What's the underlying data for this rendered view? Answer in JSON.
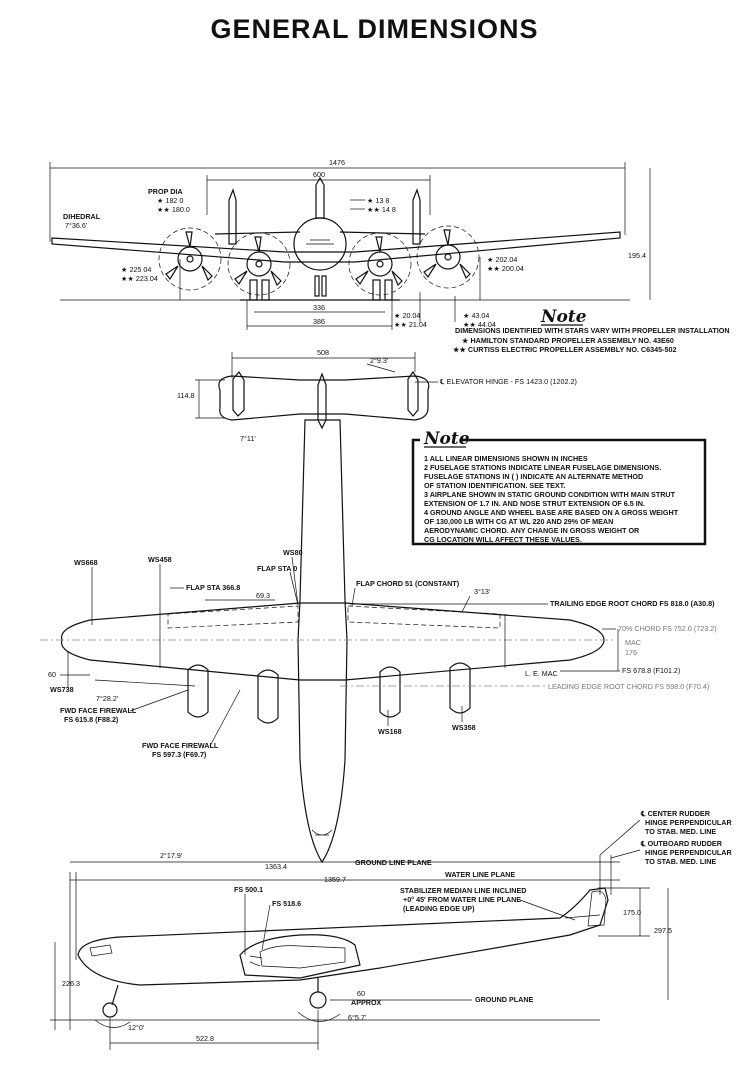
{
  "title": "GENERAL DIMENSIONS",
  "front_view": {
    "span": "1476",
    "tail_span": "600",
    "prop_dia_label": "PROP DIA",
    "prop_dia_1": "★ 182 0",
    "prop_dia_2": "★★ 180.0",
    "star_a1": "★ 13 8",
    "star_a2": "★★ 14 8",
    "dihedral_label": "DIHEDRAL",
    "dihedral_value": "7°36.6'",
    "height": "195.4",
    "left_h1": "★ 225 04",
    "left_h2": "★★ 223.04",
    "right_h1": "★ 202.04",
    "right_h2": "★★ 200.04",
    "track_inner": "336",
    "track_outer": "386",
    "low_a1": "★ 20.04",
    "low_a2": "★★ 21.04",
    "low_b1": "★ 43.04",
    "low_b2": "★★ 44.04"
  },
  "note_top": {
    "heading": "Note",
    "line1": "DIMENSIONS IDENTIFIED WITH STARS VARY WITH PROPELLER INSTALLATION",
    "line2": "★ HAMILTON STANDARD PROPELLER ASSEMBLY NO. 43E60",
    "line3": "★★ CURTISS ELECTRIC PROPELLER ASSEMBLY NO. C6345-502"
  },
  "note_box": {
    "heading": "Note",
    "items": [
      "1  ALL LINEAR DIMENSIONS SHOWN IN INCHES",
      "2  FUSELAGE STATIONS INDICATE LINEAR FUSELAGE DIMENSIONS.",
      "    FUSELAGE STATIONS IN ( ) INDICATE AN ALTERNATE METHOD",
      "    OF STATION IDENTIFICATION. SEE TEXT.",
      "3  AIRPLANE SHOWN IN STATIC GROUND CONDITION WITH MAIN STRUT",
      "    EXTENSION OF 1.7 IN. AND NOSE STRUT EXTENSION OF 6.5 IN.",
      "4  GROUND ANGLE AND WHEEL BASE ARE BASED ON A GROSS WEIGHT",
      "    OF 130,000 LB WITH CG AT WL 220 AND 29% OF MEAN",
      "    AERODYNAMIC CHORD. ANY CHANGE IN GROSS WEIGHT OR",
      "    CG LOCATION WILL AFFECT THESE VALUES."
    ]
  },
  "plan_view": {
    "tail_span": "508",
    "tail_tip_angle": "2°9.3'",
    "elevator_hinge": "℄ ELEVATOR HINGE - FS 1423.0 (1202.2)",
    "tail_chord": "114.8",
    "tail_angle": "7°11'",
    "ws80": "WS80",
    "flap_sta_0": "FLAP STA 0",
    "ws668": "WS668",
    "ws458": "WS458",
    "flap_sta_366": "FLAP STA 366.8",
    "dim_69": "69.3",
    "flap_chord": "FLAP CHORD 51 (CONSTANT)",
    "angle_313": "3°13'",
    "trailing_root": "TRAILING EDGE ROOT CHORD FS  818.0 (A30.8)",
    "chord_70": "70% CHORD FS  752.0 (723.2)",
    "mac": "MAC",
    "mac_val": "176",
    "le_mac": "L. E. MAC",
    "fs_678": "FS  678.8 (F101.2)",
    "leading_root": "LEADING EDGE ROOT CHORD FS  598.0 (F70.4)",
    "dim_60": "60",
    "ws738": "WS738",
    "angle_728": "7°28.2'",
    "fwd_fw1_a": "FWD FACE FIREWALL",
    "fwd_fw1_b": "FS 615.8  (F88.2)",
    "fwd_fw2_a": "FWD FACE FIREWALL",
    "fwd_fw2_b": "FS 597.3  (F69.7)",
    "ws168": "WS168",
    "ws358": "WS358"
  },
  "side_view": {
    "ground_line_plane": "GROUND LINE PLANE",
    "water_line_plane": "WATER LINE PLANE",
    "ground_plane": "GROUND PLANE",
    "angle_179": "2°17.9'",
    "len_1": "1363.4",
    "len_2": "1359.7",
    "fs_500": "FS  500.1",
    "fs_518": "FS  518.6",
    "stab_1": "STABILIZER MEDIAN LINE INCLINED",
    "stab_2": "+0° 45' FROM WATER LINE PLANE",
    "stab_3": "(LEADING EDGE UP)",
    "ctr_rudder_1": "℄ CENTER RUDDER",
    "ctr_rudder_2": "HINGE PERPENDICULAR",
    "ctr_rudder_3": "TO STAB. MED. LINE",
    "ob_rudder_1": "℄ OUTBOARD RUDDER",
    "ob_rudder_2": "HINGE PERPENDICULAR",
    "ob_rudder_3": "TO STAB. MED. LINE",
    "h_175": "175.0",
    "h_297": "297.5",
    "h_226": "226.3",
    "approx_60": "60",
    "approx": "APPROX",
    "angle_12": "12°0'",
    "angle_657": "6°5.7'",
    "wheelbase": "522.8"
  }
}
